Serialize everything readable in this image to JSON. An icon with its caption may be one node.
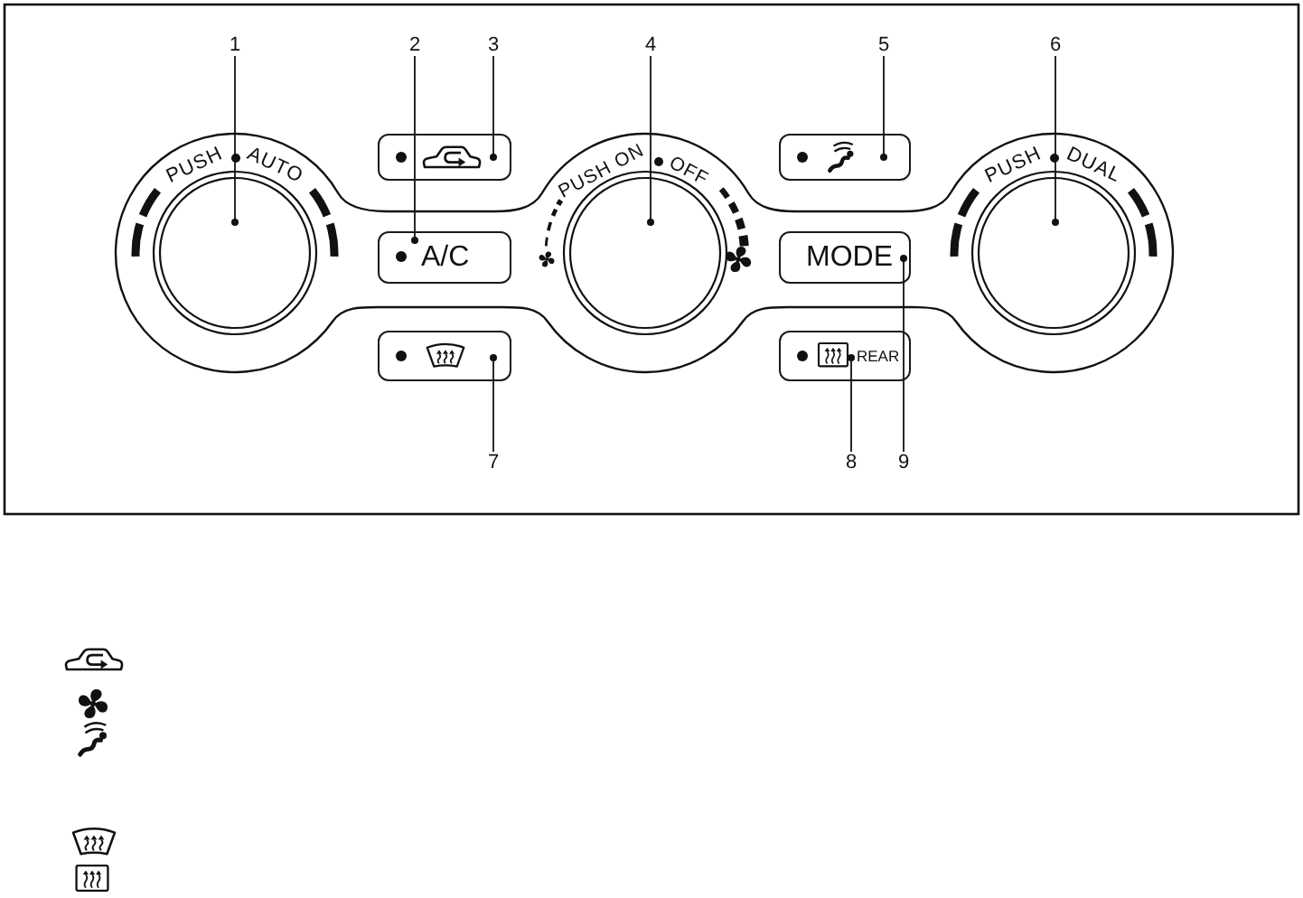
{
  "diagram": {
    "nodes": [
      {
        "text": [
          "1"
        ]
      },
      {
        "text": [
          "2"
        ]
      },
      {
        "text": [
          "3"
        ]
      },
      {
        "text": [
          "4"
        ]
      },
      {
        "text": [
          "5"
        ]
      },
      {
        "text": [
          "6"
        ]
      },
      {
        "text": [
          "PUSH",
          "AUTO"
        ]
      },
      {
        "text": [],
        "shape": "box"
      },
      {
        "text": [
          "A/C"
        ]
      },
      {
        "text": [
          "PUSH ON",
          "OFF"
        ]
      },
      {
        "text": [],
        "shape": "box"
      },
      {
        "text": [
          "MODE"
        ]
      },
      {
        "text": [
          "PUSH",
          "DUAL"
        ]
      },
      {
        "text": [],
        "shape": "box"
      },
      {
        "text": [
          "REAR"
        ]
      },
      {
        "text": [
          "7"
        ]
      },
      {
        "text": [
          "8"
        ]
      },
      {
        "text": [
          "9"
        ]
      }
    ],
    "edges": [
      {
        "from": 0,
        "to": 6,
        "arrow": "other"
      },
      {
        "from": 1,
        "to": 8,
        "arrow": "other"
      },
      {
        "from": 2,
        "to": 7,
        "arrow": "other"
      },
      {
        "from": 3,
        "to": 9,
        "arrow": "other"
      },
      {
        "from": 4,
        "to": 10,
        "arrow": "other"
      },
      {
        "from": 5,
        "to": 12,
        "arrow": "other"
      },
      {
        "from": 15,
        "to": 13,
        "arrow": "other"
      },
      {
        "from": 16,
        "to": 14,
        "arrow": "other"
      },
      {
        "from": 17,
        "to": 11,
        "arrow": "other"
      }
    ]
  }
}
